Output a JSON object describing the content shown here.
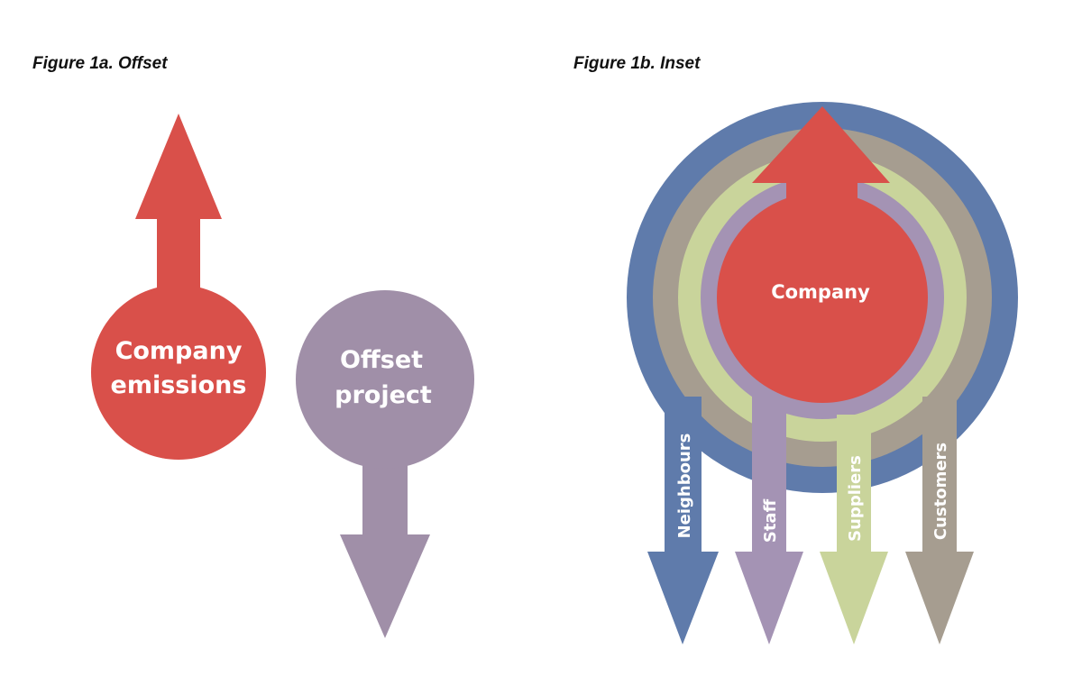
{
  "figure_a": {
    "caption": "Figure 1a.  Offset",
    "company": {
      "line1": "Company",
      "line2": "emissions"
    },
    "offset": {
      "line1": "Offset",
      "line2": "project"
    }
  },
  "figure_b": {
    "caption": "Figure 1b.  Inset",
    "company_label": "Company",
    "arrows": [
      {
        "label": "Neighbours"
      },
      {
        "label": "Staff"
      },
      {
        "label": "Suppliers"
      },
      {
        "label": "Customers"
      }
    ]
  },
  "colors": {
    "company_red": "#d9504a",
    "offset_purple": "#a08fa8",
    "blue": "#5f7bab",
    "taupe": "#a69d90",
    "lime": "#c9d49b",
    "lavender": "#a493b4"
  }
}
